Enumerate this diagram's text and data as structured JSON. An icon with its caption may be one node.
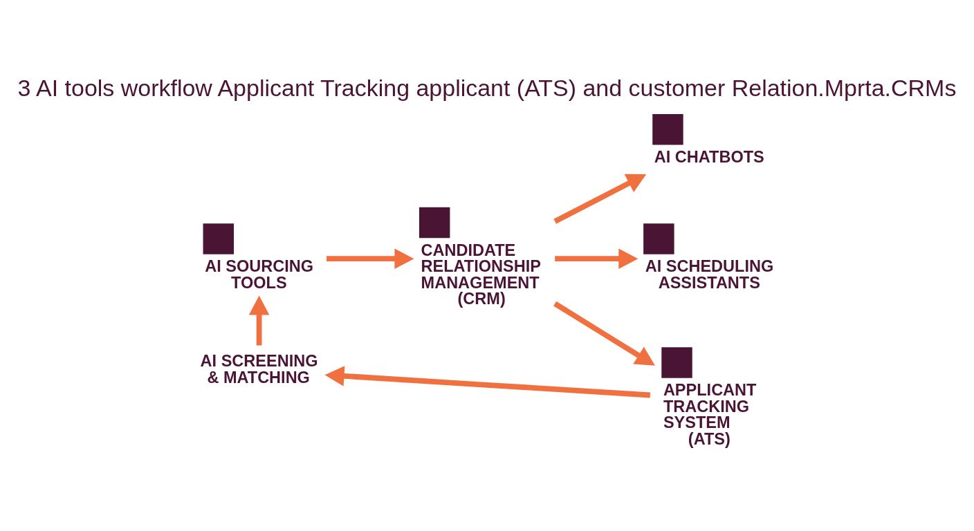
{
  "diagram": {
    "title": "3 AI tools workflow Applicant Tracking applicant (ATS) and customer Relation.Mprta.CRMs",
    "nodes": [
      {
        "text": [
          "AI SOURCING TOOLS"
        ]
      },
      {
        "text": [
          "CANDIDATE RELATIONSHIP MANAGEMENT (CRM)"
        ]
      },
      {
        "text": [
          "AI CHATBOTS"
        ]
      },
      {
        "text": [
          "AI SCHEDULING ASSISTANTS"
        ]
      },
      {
        "text": [
          "APPLICANT TRACKING SYSTEM (ATS)"
        ]
      },
      {
        "text": [
          "AI SCREENING & MATCHING"
        ]
      }
    ],
    "edges": [
      {
        "from": 0,
        "to": 1,
        "arrow": "to"
      },
      {
        "from": 1,
        "to": 2,
        "arrow": "to"
      },
      {
        "from": 1,
        "to": 3,
        "arrow": "to"
      },
      {
        "from": 1,
        "to": 4,
        "arrow": "to"
      },
      {
        "from": 4,
        "to": 5,
        "arrow": "to"
      },
      {
        "from": 5,
        "to": 0,
        "arrow": "to"
      }
    ]
  }
}
